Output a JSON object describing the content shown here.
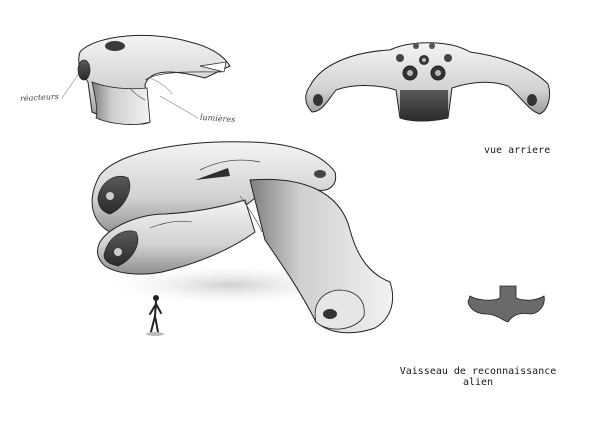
{
  "annotations": {
    "reacteurs": "réacteurs",
    "lumieres": "lumières"
  },
  "labels": {
    "rear_view": "vue arriere",
    "title_line1": "Vaisseau de reconnaissance",
    "title_line2": "alien"
  },
  "colors": {
    "ink": "#1a1a1a",
    "shade": "#9a9a9a",
    "paper": "#ffffff"
  }
}
